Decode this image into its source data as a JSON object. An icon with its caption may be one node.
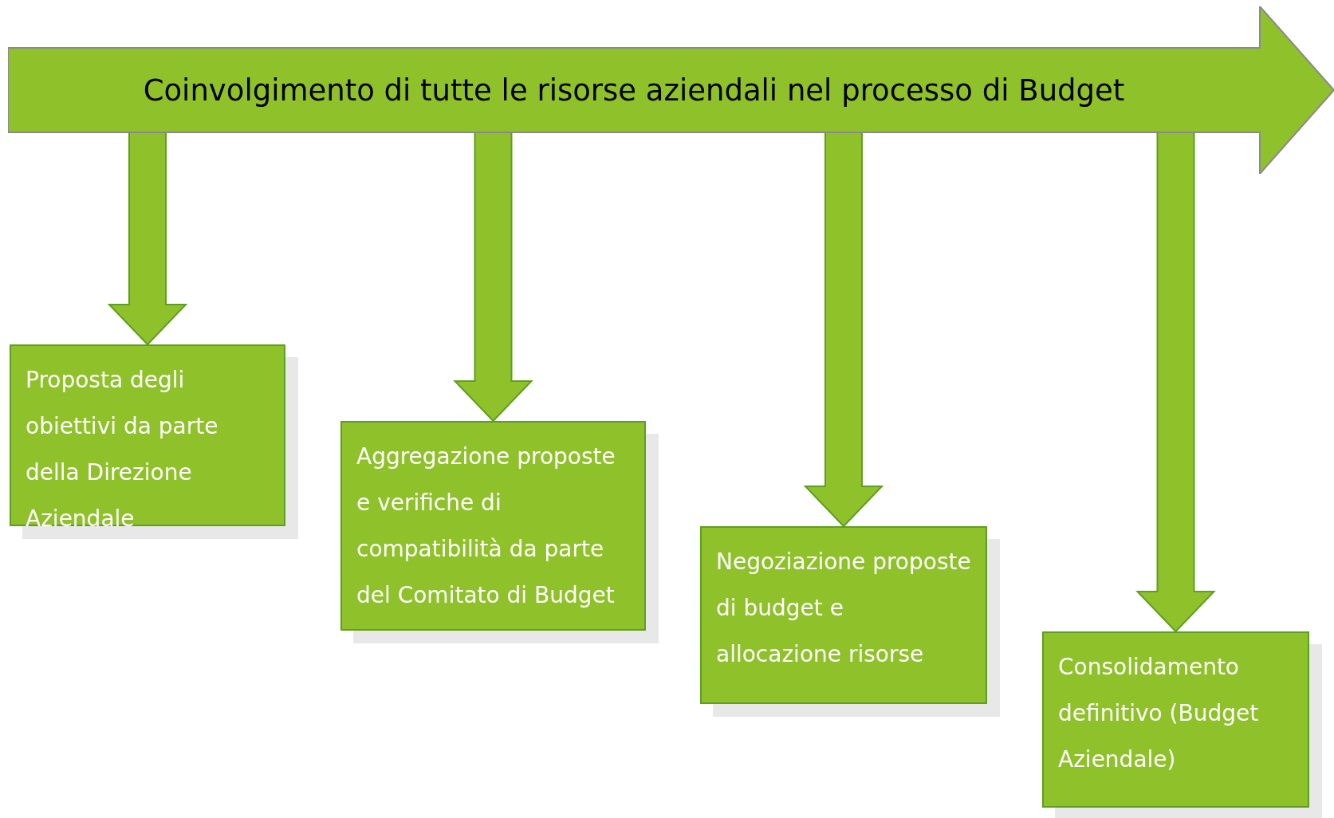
{
  "diagram": {
    "nodes": [
      {
        "text": [
          "Coinvolgimento di tutte le risorse aziendali nel processo di Budget"
        ]
      },
      {
        "text": [
          "Proposta degli obiettivi da parte della Direzione Aziendale"
        ]
      },
      {
        "text": [
          "Aggregazione proposte e verifiche di compatibilità da parte del Comitato di Budget"
        ]
      },
      {
        "text": [
          "Negoziazione proposte di budget e allocazione risorse"
        ]
      },
      {
        "text": [
          "Consolidamento definitivo (Budget Aziendale)"
        ]
      }
    ],
    "edges": [
      {
        "from": 0,
        "to": 1,
        "arrow": "to"
      },
      {
        "from": 0,
        "to": 2,
        "arrow": "to"
      },
      {
        "from": 0,
        "to": 3,
        "arrow": "to"
      },
      {
        "from": 0,
        "to": 4,
        "arrow": "to"
      }
    ]
  }
}
